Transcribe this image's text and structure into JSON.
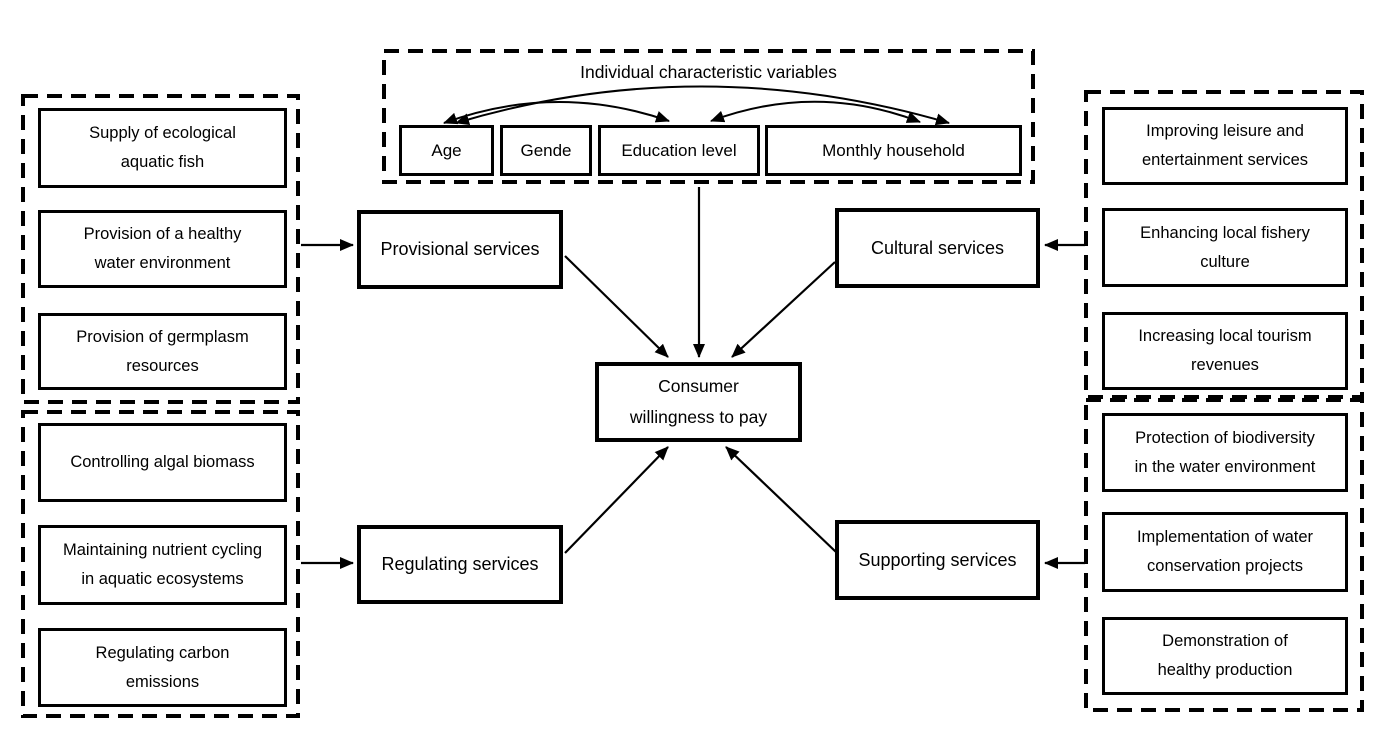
{
  "individual": {
    "title": "Individual characteristic variables",
    "variables": [
      "Age",
      "Gende",
      "Education level",
      "Monthly household"
    ]
  },
  "left_top_group": {
    "items": [
      [
        "Supply of ecological",
        "aquatic fish"
      ],
      [
        "Provision of a healthy",
        "water environment"
      ],
      [
        "Provision of germplasm",
        "resources"
      ]
    ]
  },
  "left_bottom_group": {
    "items": [
      [
        "Controlling algal biomass"
      ],
      [
        "Maintaining nutrient cycling",
        "in aquatic ecosystems"
      ],
      [
        "Regulating carbon",
        "emissions"
      ]
    ]
  },
  "right_top_group": {
    "items": [
      [
        "Improving leisure and",
        "entertainment services"
      ],
      [
        "Enhancing local fishery",
        "culture"
      ],
      [
        "Increasing local tourism",
        "revenues"
      ]
    ]
  },
  "right_bottom_group": {
    "items": [
      [
        "Protection of biodiversity",
        "in the water environment"
      ],
      [
        "Implementation of water",
        "conservation projects"
      ],
      [
        "Demonstration of",
        "healthy production"
      ]
    ]
  },
  "services": {
    "provisional": "Provisional services",
    "cultural": "Cultural services",
    "regulating": "Regulating services",
    "supporting": "Supporting services"
  },
  "center": [
    "Consumer",
    "willingness to pay"
  ],
  "colors": {
    "ink": "#000000",
    "background": "#ffffff"
  }
}
